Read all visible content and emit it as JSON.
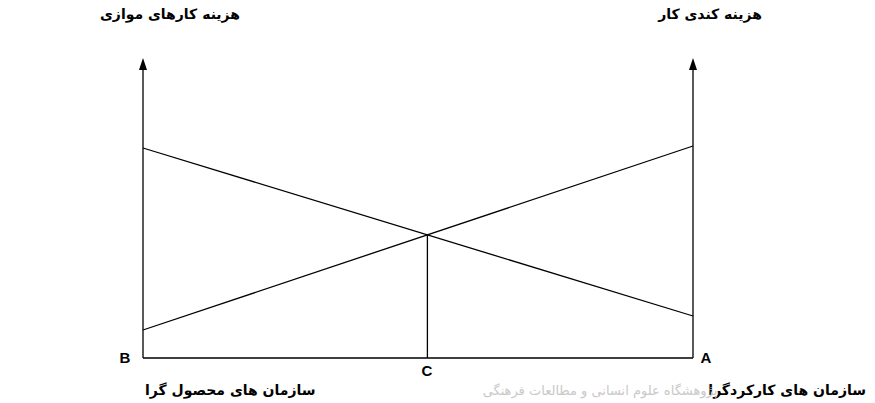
{
  "diagram": {
    "labels": [
      "هزینه کارهای موازی",
      "هزینه کندی کار",
      "B",
      "C",
      "A",
      "سازمان های محصول گرا",
      "سازمان های کارکردگرا",
      "پژوهشگاه علوم انسانی و مطالعات فرهنگی"
    ]
  }
}
